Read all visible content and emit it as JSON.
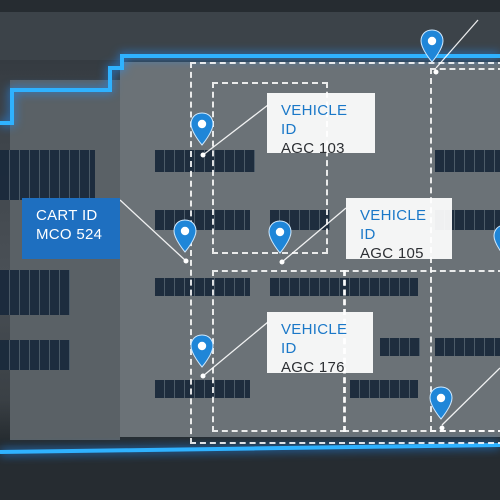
{
  "overlay": {
    "accent_color": "#25a8ff",
    "label_blue": "#1e6fc0",
    "label_text_blue": "#1a78c8"
  },
  "labels": {
    "vehicle_1": {
      "title": "VEHICLE ID",
      "value": "AGC 103"
    },
    "vehicle_2": {
      "title": "VEHICLE ID",
      "value": "AGC 105"
    },
    "vehicle_3": {
      "title": "VEHICLE ID",
      "value": "AGC 176"
    },
    "cart_1": {
      "title": "CART ID",
      "value": "MCO 524"
    }
  },
  "pins": [
    "location-pin-icon"
  ]
}
